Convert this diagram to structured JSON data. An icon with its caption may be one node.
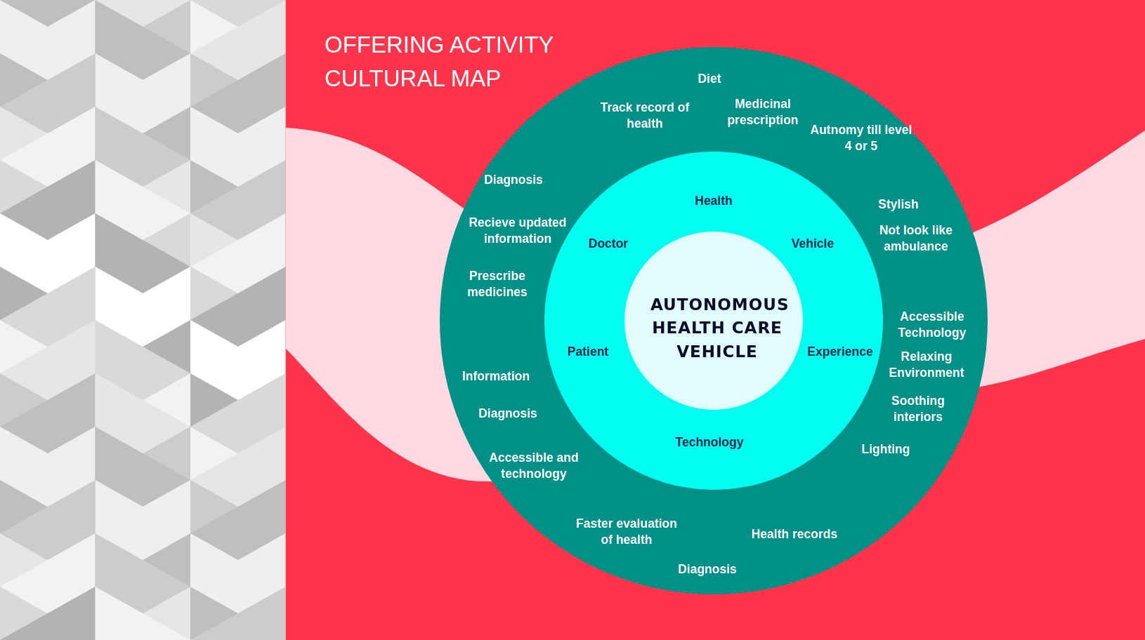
{
  "diagram": {
    "title": "OFFERING ACTIVITY CULTURAL MAP",
    "nodes": [
      {
        "text": [
          "Diet",
          "Track record of health",
          "Medicinal prescription",
          "Autnomy till level 4 or 5",
          "Diagnosis",
          "Stylish",
          "Recieve updated information",
          "Not look like ambulance",
          "Prescribe medicines",
          "Accessible Technology",
          "Information",
          "Relaxing Environment",
          "Diagnosis",
          "Soothing interiors",
          "Lighting",
          "Accessible and technology",
          "Faster evaluation of health",
          "Health records",
          "Diagnosis"
        ]
      },
      {
        "text": [
          "Health",
          "Doctor",
          "Vehicle",
          "Patient",
          "Experience",
          "Technology"
        ],
        "in": 0
      },
      {
        "text": [
          "AUTONOMOUS HEALTH CARE VEHICLE"
        ],
        "in": 1
      }
    ]
  }
}
